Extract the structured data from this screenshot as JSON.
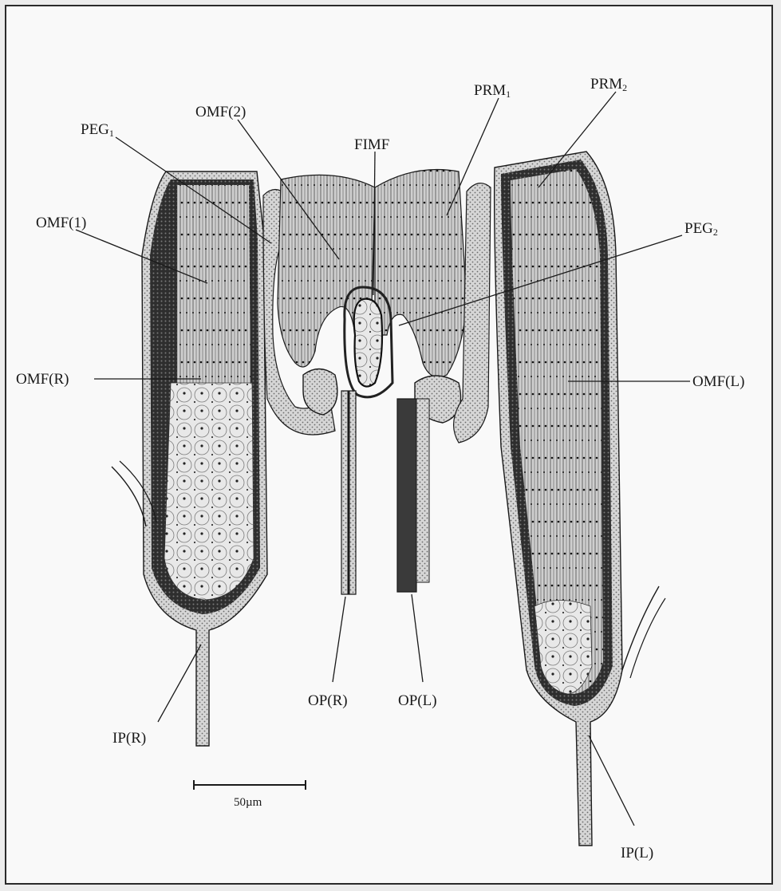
{
  "labels": {
    "peg1": {
      "base": "PEG",
      "sub": "1"
    },
    "omf2": "OMF(2)",
    "fimf": "FIMF",
    "prm1": {
      "base": "PRM",
      "sub": "1"
    },
    "prm2": {
      "base": "PRM",
      "sub": "2"
    },
    "omf1": "OMF(1)",
    "peg2": {
      "base": "PEG",
      "sub": "2"
    },
    "omfr": "OMF(R)",
    "omfl": "OMF(L)",
    "opr": "OP(R)",
    "opl": "OP(L)",
    "ipr": "IP(R)",
    "ipl": "IP(L)"
  },
  "scale_bar": {
    "label": "50µm"
  },
  "colors": {
    "ink": "#1a1a1a",
    "tissue_dark": "#3a3a3a",
    "tissue_mid": "#9a9a9a",
    "tissue_light": "#d9d9d9",
    "cavity": "#ededed",
    "paper": "#f9f9f9"
  }
}
